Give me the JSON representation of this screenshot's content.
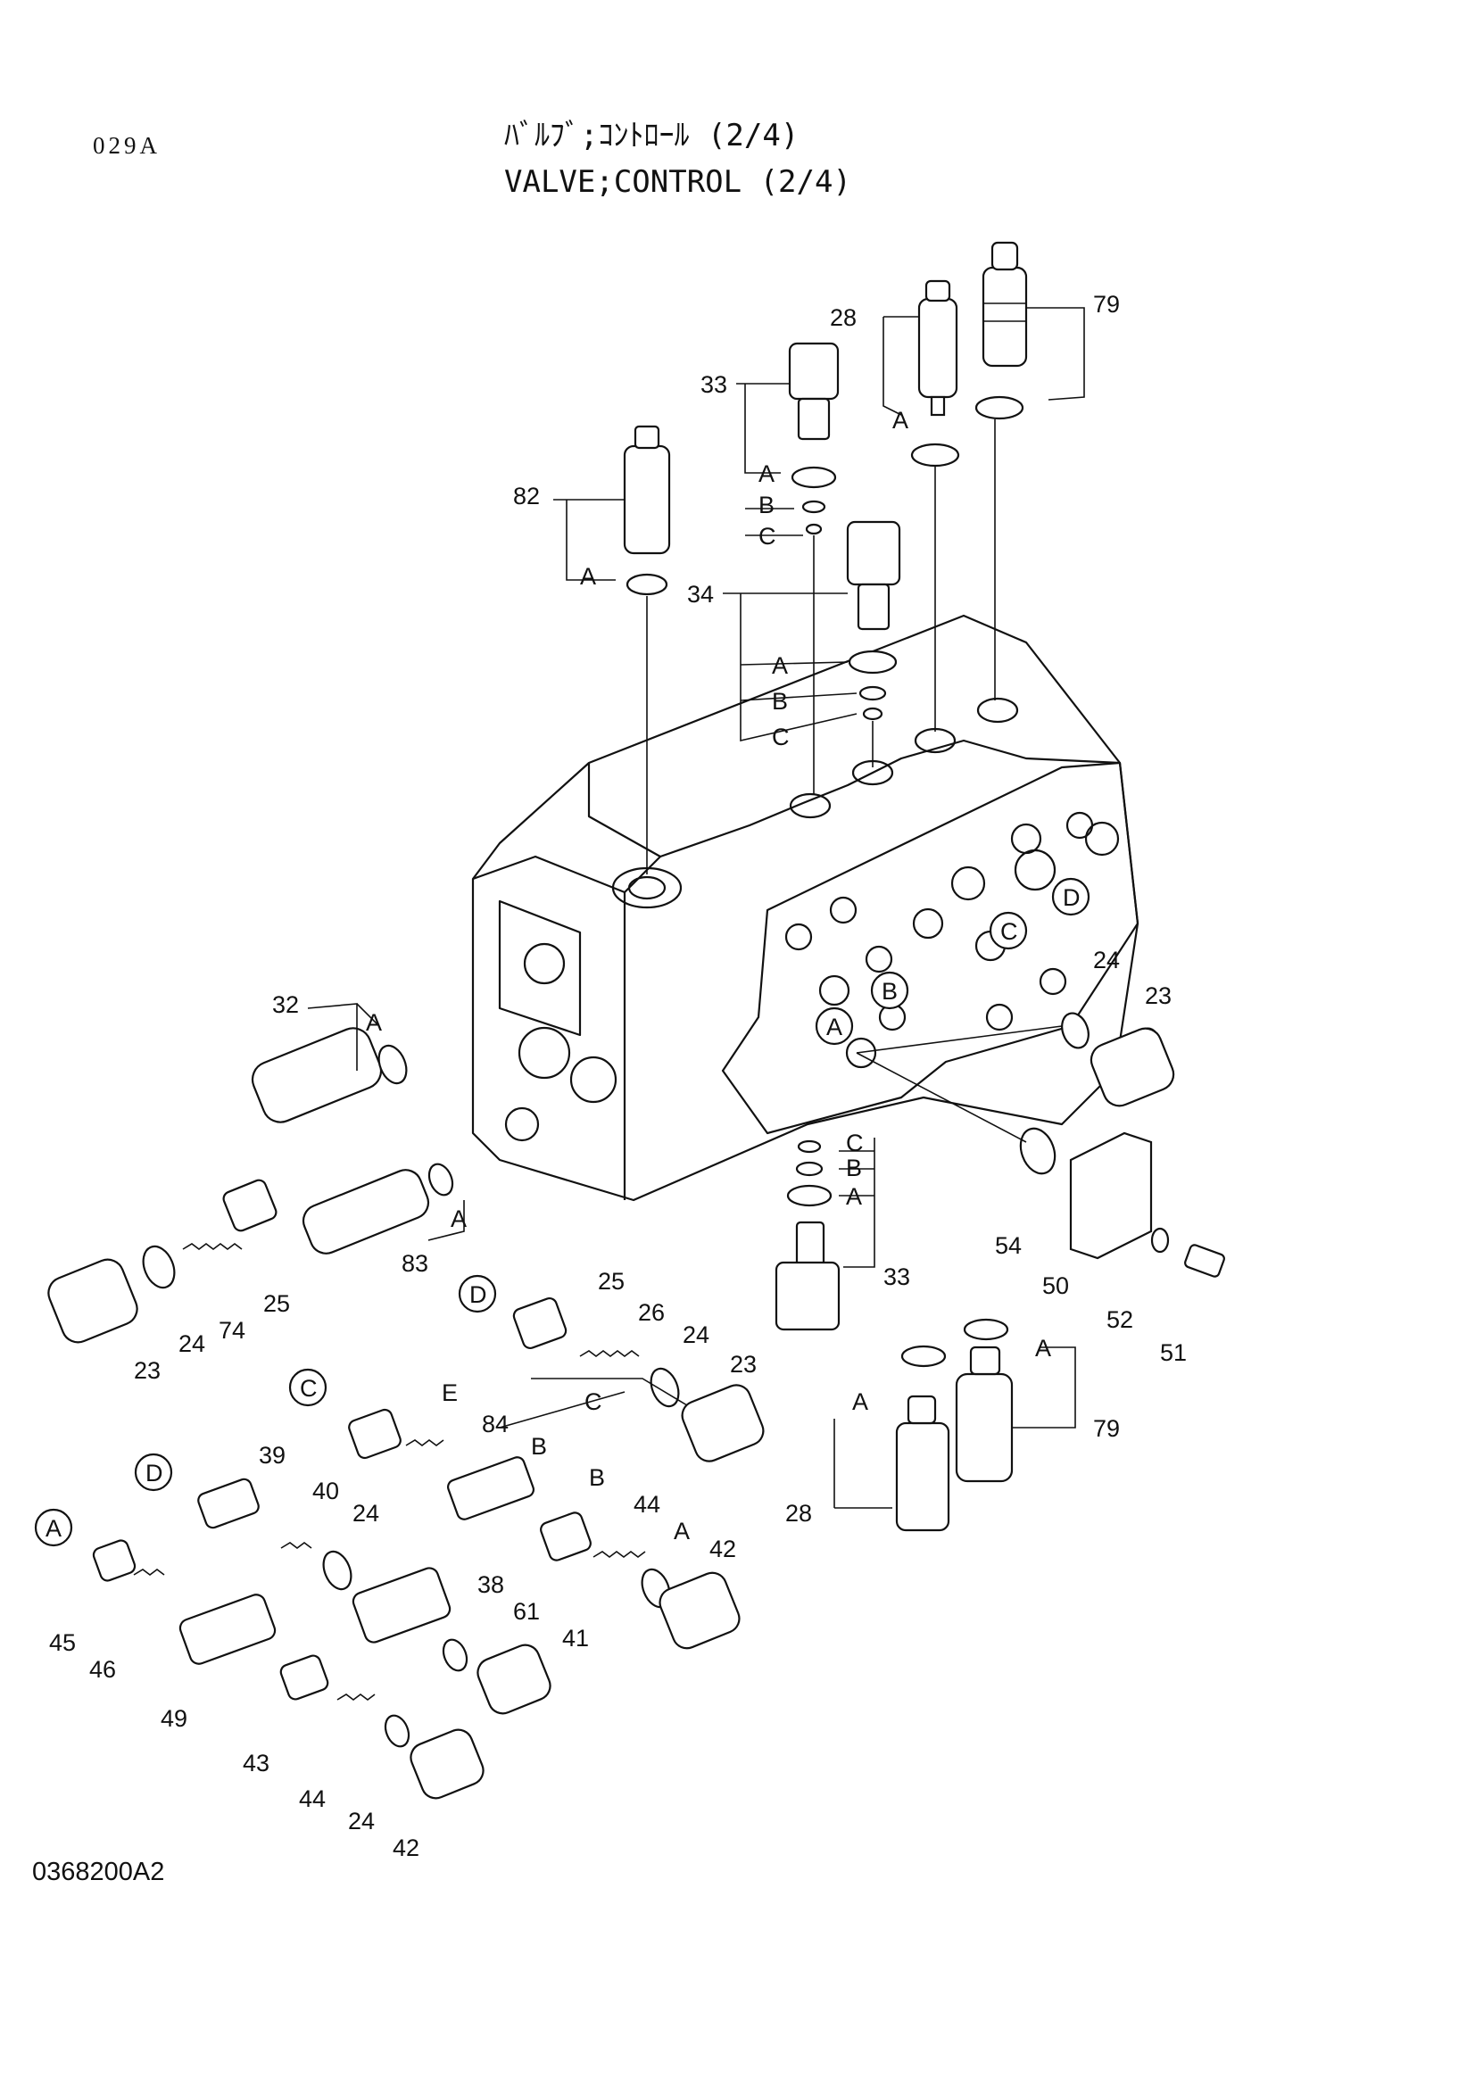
{
  "header": {
    "page_code": "029A",
    "title_jp": "ﾊﾞﾙﾌﾞ;ｺﾝﾄﾛｰﾙ (2/4)",
    "title_en": "VALVE;CONTROL (2/4)"
  },
  "footer": {
    "drawing_no": "0368200A2"
  },
  "callouts": [
    "79",
    "28",
    "A",
    "33",
    "A",
    "B",
    "C",
    "82",
    "A",
    "34",
    "A",
    "B",
    "C",
    "D",
    "C",
    "B",
    "A",
    "24",
    "23",
    "32",
    "A",
    "C",
    "B",
    "A",
    "54",
    "50",
    "52",
    "51",
    "33",
    "83",
    "A",
    "25",
    "74",
    "24",
    "23",
    "25",
    "26",
    "24",
    "23",
    "D",
    "C",
    "D",
    "E",
    "84",
    "C",
    "B",
    "B",
    "39",
    "40",
    "24",
    "44",
    "A",
    "42",
    "A",
    "45",
    "46",
    "49",
    "38",
    "61",
    "41",
    "43",
    "44",
    "24",
    "42",
    "A",
    "28",
    "A",
    "79"
  ]
}
